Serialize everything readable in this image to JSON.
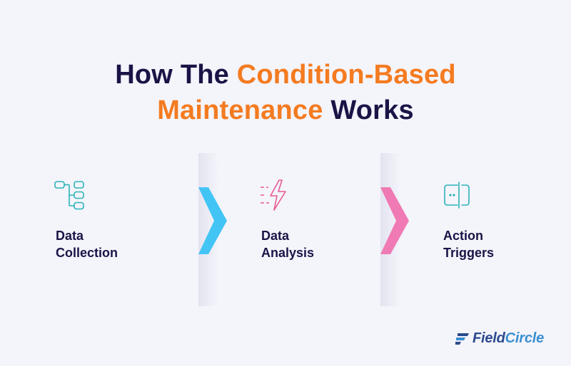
{
  "title": {
    "line1_pre": "How The ",
    "line1_accent": "Condition-Based",
    "line2_accent": "Maintenance",
    "line2_post": " Works"
  },
  "steps": [
    {
      "line1": "Data",
      "line2": "Collection",
      "icon": "hierarchy-icon",
      "color": "#2bb3b9"
    },
    {
      "line1": "Data",
      "line2": "Analysis",
      "icon": "lightning-icon",
      "color": "#e85a94"
    },
    {
      "line1": "Action",
      "line2": "Triggers",
      "icon": "door-exit-icon",
      "color": "#2bb3b9"
    }
  ],
  "arrows": [
    {
      "icon": "chevron-right-icon",
      "color": "#42c5f5"
    },
    {
      "icon": "chevron-right-icon",
      "color": "#f07ab4"
    }
  ],
  "brand": {
    "part1": "Field",
    "part2": "Circle"
  },
  "colors": {
    "heading": "#1a1446",
    "accent": "#f47b20",
    "background": "#f4f4fb"
  }
}
